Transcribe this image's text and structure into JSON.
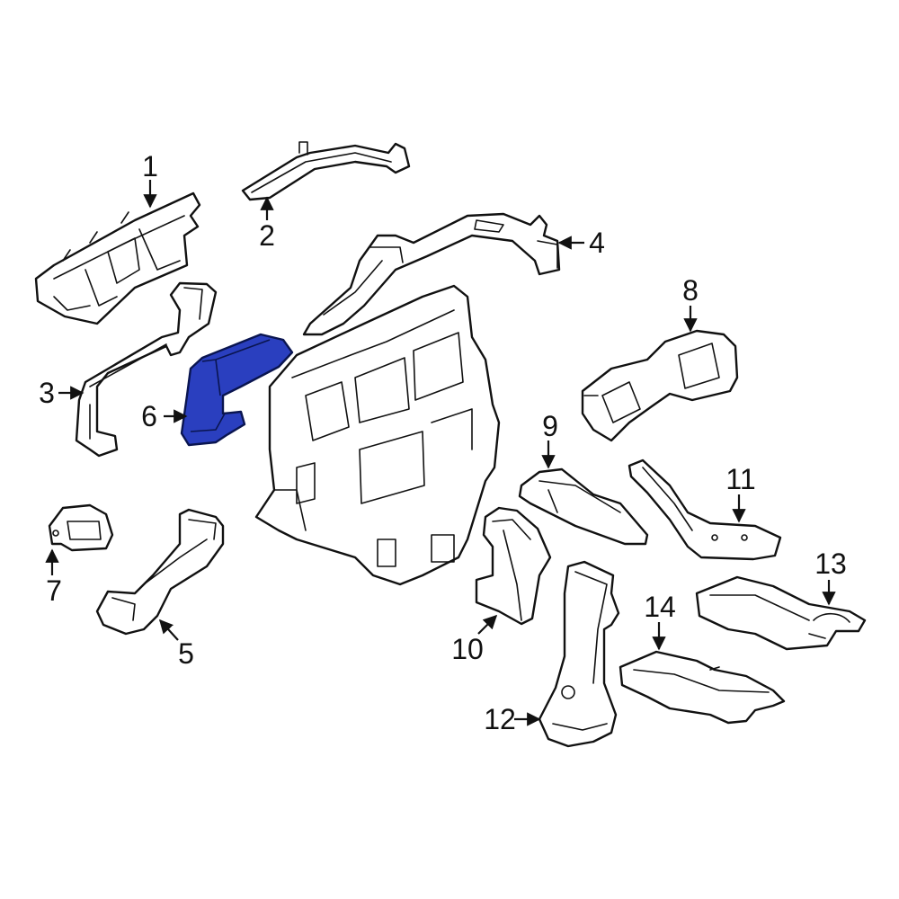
{
  "diagram": {
    "highlight_color": "#2a3fbf",
    "line_color": "#111111",
    "highlighted_callout": "6",
    "callouts": [
      {
        "id": "c1",
        "label": "1"
      },
      {
        "id": "c2",
        "label": "2"
      },
      {
        "id": "c3",
        "label": "3"
      },
      {
        "id": "c4",
        "label": "4"
      },
      {
        "id": "c5",
        "label": "5"
      },
      {
        "id": "c6",
        "label": "6"
      },
      {
        "id": "c7",
        "label": "7"
      },
      {
        "id": "c8",
        "label": "8"
      },
      {
        "id": "c9",
        "label": "9"
      },
      {
        "id": "c10",
        "label": "10"
      },
      {
        "id": "c11",
        "label": "11"
      },
      {
        "id": "c12",
        "label": "12"
      },
      {
        "id": "c13",
        "label": "13"
      },
      {
        "id": "c14",
        "label": "14"
      }
    ]
  }
}
